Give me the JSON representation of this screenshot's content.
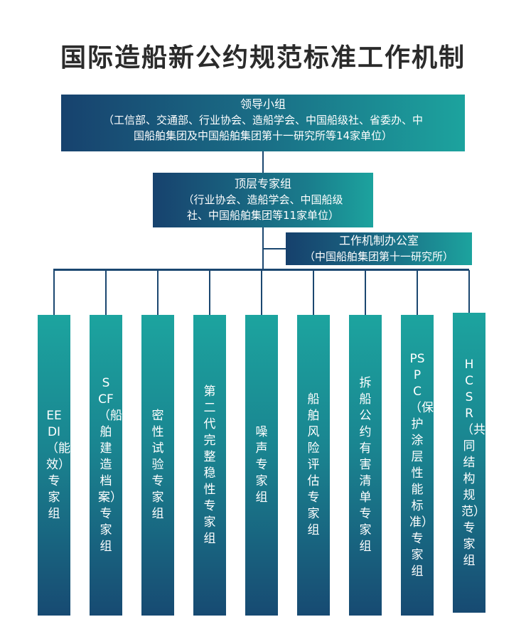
{
  "title": "国际造船新公约规范标准工作机制",
  "leader": {
    "name": "领导小组",
    "members_line1": "（工信部、交通部、行业协会、造船学会、中国船级社、省委办、中",
    "members_line2": "国船舶集团及中国船舶集团第十一研究所等14家单位）"
  },
  "expert": {
    "name": "顶层专家组",
    "members_line1": "（行业协会、造船学会、中国船级",
    "members_line2": "社、中国船舶集团等11家单位）"
  },
  "office": {
    "name": "工作机制办公室",
    "org": "（中国船舶集团第十一研究所）"
  },
  "groups": [
    "EEDI（能效）专家组",
    "SCF（船舶建造档案）专家组",
    "密性试验专家组",
    "第二代完整稳性专家组",
    "噪声专家组",
    "船舶风险评估专家组",
    "拆船公约有害清单专家组",
    "PSPC（保护涂层性能标准）专家组",
    "HCSR（共同结构规范）专家组"
  ],
  "colors": {
    "teal": "#1ca39e",
    "navy": "#17426e",
    "connector": "#1b4770",
    "title": "#2b2b2b"
  }
}
